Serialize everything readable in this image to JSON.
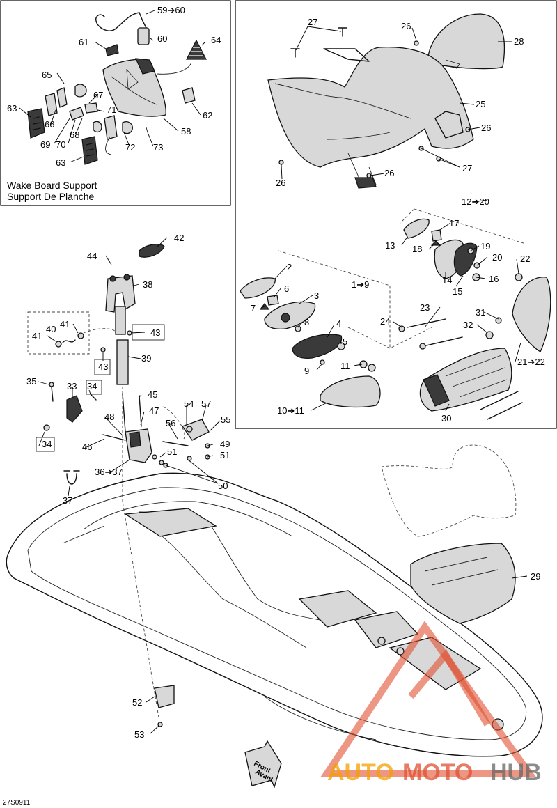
{
  "inset_title": [
    "Wake Board Support",
    "Support De Planche"
  ],
  "diagram_code": "27S0911",
  "front_arrow": [
    "Front",
    "Avant"
  ],
  "watermark": {
    "part1": "AUTO",
    "part2": "MOTO",
    "part3": "HUB",
    "colors": {
      "primary": "#f4a000",
      "secondary": "#e05030",
      "text": "#666666"
    }
  },
  "callouts": {
    "c2": "2",
    "c3": "3",
    "c4": "4",
    "c5": "5",
    "c6": "6",
    "c7": "7",
    "c8": "8",
    "c9": "9",
    "c10_11": "10➔11",
    "c11": "11",
    "c1_9": "1➔9",
    "c12_20": "12➔20",
    "c13": "13",
    "c14": "14",
    "c15": "15",
    "c16": "16",
    "c17": "17",
    "c18": "18",
    "c19": "19",
    "c20": "20",
    "c21_22": "21➔22",
    "c22": "22",
    "c23": "23",
    "c24": "24",
    "c25": "25",
    "c26a": "26",
    "c26b": "26",
    "c26c": "26",
    "c26d": "26",
    "c27a": "27",
    "c27b": "27",
    "c28": "28",
    "c29": "29",
    "c30": "30",
    "c31": "31",
    "c32": "32",
    "c33": "33",
    "c34a": "34",
    "c34b": "34",
    "c35": "35",
    "c36_37": "36➔37",
    "c37": "37",
    "c38": "38",
    "c39": "39",
    "c40": "40",
    "c41a": "41",
    "c41b": "41",
    "c42": "42",
    "c43a": "43",
    "c43b": "43",
    "c44": "44",
    "c45": "45",
    "c46": "46",
    "c47": "47",
    "c48": "48",
    "c49": "49",
    "c50": "50",
    "c51a": "51",
    "c51b": "51",
    "c52": "52",
    "c53": "53",
    "c54": "54",
    "c55": "55",
    "c56": "56",
    "c57": "57",
    "c58": "58",
    "c59_60": "59➔60",
    "c60": "60",
    "c61": "61",
    "c62": "62",
    "c63a": "63",
    "c63b": "63",
    "c64": "64",
    "c65": "65",
    "c66": "66",
    "c67": "67",
    "c68": "68",
    "c69": "69",
    "c70": "70",
    "c71": "71",
    "c72": "72",
    "c73": "73"
  }
}
